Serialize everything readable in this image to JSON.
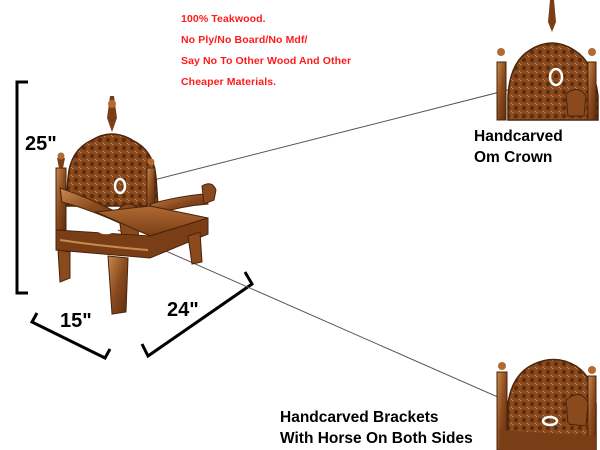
{
  "promo_lines": [
    "100% Teakwood.",
    "No Ply/No Board/No Mdf/",
    "Say No To Other Wood And Other",
    "Cheaper Materials."
  ],
  "dimensions": {
    "height": "25\"",
    "width": "15\"",
    "depth": "24\""
  },
  "callouts": {
    "crown": [
      "Handcarved",
      "Om Crown"
    ],
    "brackets": [
      "Handcarved Brackets",
      "With Horse On Both Sides"
    ]
  },
  "colors": {
    "promo_text": "#ff1a1a",
    "wood": "#8a4a1e",
    "wood_dark": "#4a240b",
    "wood_light": "#c98a4e"
  }
}
